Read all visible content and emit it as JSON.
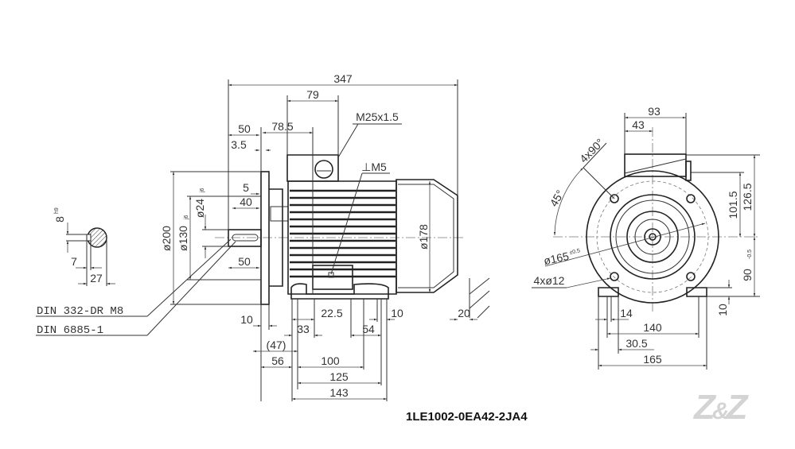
{
  "drawing": {
    "part_number": "1LE1002-0EA42-2JA4",
    "logo_text": "Z&Z",
    "shaft_section": {
      "key_width": "8",
      "key_width_tol": "h9",
      "key_depth": "7",
      "shaft_height": "27"
    },
    "side_view": {
      "overall_length": "347",
      "terminal_box_width": "79",
      "terminal_box_offset": "78.5",
      "flange_to_shaft": "50",
      "spigot": "3.5",
      "cable_gland": "M25x1.5",
      "earth_screw": "⊥M5",
      "shaft_shoulder": "5",
      "key_length": "40",
      "shaft_length": "50",
      "flange_dia": "ø200",
      "spigot_dia": "ø130",
      "spigot_tol": "j6",
      "shaft_dia": "ø24",
      "shaft_tol": "j6",
      "motor_dia": "ø178",
      "fan_clearance": "20",
      "centre_hole": "DIN 332-DR M8",
      "key_std": "DIN 6885-1",
      "flange_thickness": "10",
      "foot_slot": "22.5",
      "foot_width_side": "10",
      "foot_end": "33",
      "foot_rear": "54",
      "flange_to_foot": "(47)",
      "shoulder_to_foot": "56",
      "foot_holes": "100",
      "foot_holes_alt": "125",
      "foot_length": "143"
    },
    "front_view": {
      "box_width": "93",
      "box_offset": "43",
      "bolt_angle": "4x90°",
      "bolt_start_angle": "45°",
      "pitch_circle": "ø165",
      "pitch_tol": "±0.5",
      "flange_holes": "4xø12",
      "box_height": "126.5",
      "gland_height": "101.5",
      "shaft_height": "90",
      "shaft_height_tol": "-0.5",
      "foot_thickness": "10",
      "foot_slot": "14",
      "foot_span": "140",
      "foot_edge": "30.5",
      "foot_total": "165"
    }
  }
}
